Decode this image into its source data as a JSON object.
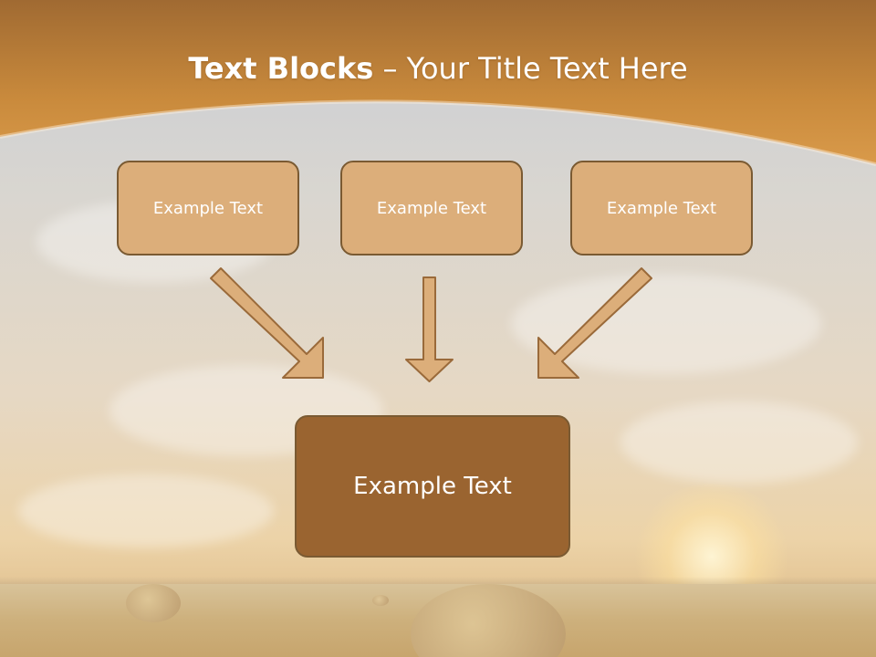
{
  "slide": {
    "title_bold": "Text Blocks",
    "title_dash": " – ",
    "title_rest": "Your Title Text Here"
  },
  "boxes": {
    "top_left": "Example Text",
    "top_middle": "Example Text",
    "top_right": "Example Text",
    "center": "Example Text"
  },
  "colors": {
    "header_band": "#c98a3c",
    "small_box_fill": "#dcae7a",
    "big_box_fill": "#9a6430",
    "box_border": "#7a5a32",
    "arrow_fill": "#dcae7a"
  }
}
